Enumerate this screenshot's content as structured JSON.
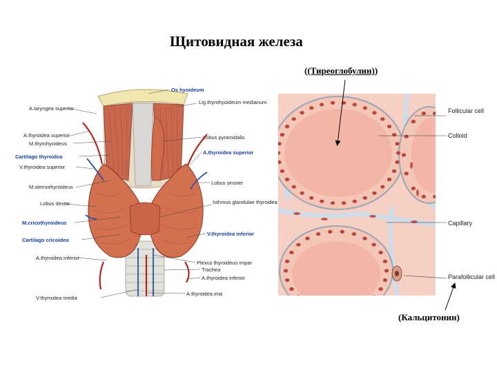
{
  "title": "Щитовидная железа",
  "annotations": {
    "top": "(Тиреоглобулин)",
    "bottom": "(Кальцитонин)"
  },
  "anatomy_labels": {
    "os_hyoideum": "Os hyoideum",
    "lig_thyrohyoideum": "Lig.thyrohyoideum medianum",
    "a_laryngea_superior": "A.laryngea superior",
    "a_thyroidea_superior_left": "A.thyroidea superior",
    "m_thyrohyoideus": "M.thyrohyoideus",
    "cartilago_thyroidea": "Cartilago thyroidea",
    "v_thyroidea_superior": "V.thyroidea superior",
    "m_sternothyroideus": "M.sternothyroideus",
    "lobus_dexter": "Lobus dexter",
    "m_cricothyroideus": "M.cricothyroideus",
    "cartilago_cricoidea": "Cartilago cricoidea",
    "a_thyroidea_inferior_left": "A.thyroidea inferior",
    "v_thyroidea_media": "V.thyroidea media",
    "lobus_pyramidalis": "Lobus pyramidalis",
    "a_thyroidea_superior_right": "A.thyroidea superior",
    "lobus_sinister": "Lobus sinister",
    "isthmus_glandulae": "Isthmus glandulae thyroidea",
    "v_thyroidea_inferior": "V.thyroidea inferior",
    "plexus_thyroideus_impar": "Plexus thyroideus impar",
    "trachea": "Trachea",
    "a_thyroidea_inferior_right": "A.thyroidea inferior",
    "a_thyroidea_ima": "A.thyroidea ima"
  },
  "histology_labels": {
    "follicular_cell": "Follicular cell",
    "colloid": "Colloid",
    "capillary": "Capillary",
    "parafollicular_cell": "Parafollicular cell"
  },
  "colors": {
    "colloid": "#f2b5a6",
    "cell": "#f6d0c4",
    "nucleus": "#b8463a",
    "capillary": "#d9e2ec",
    "gland": "#cf6a4a",
    "cartilage": "#e9e2c8",
    "accent_label": "#1a3f9c"
  }
}
